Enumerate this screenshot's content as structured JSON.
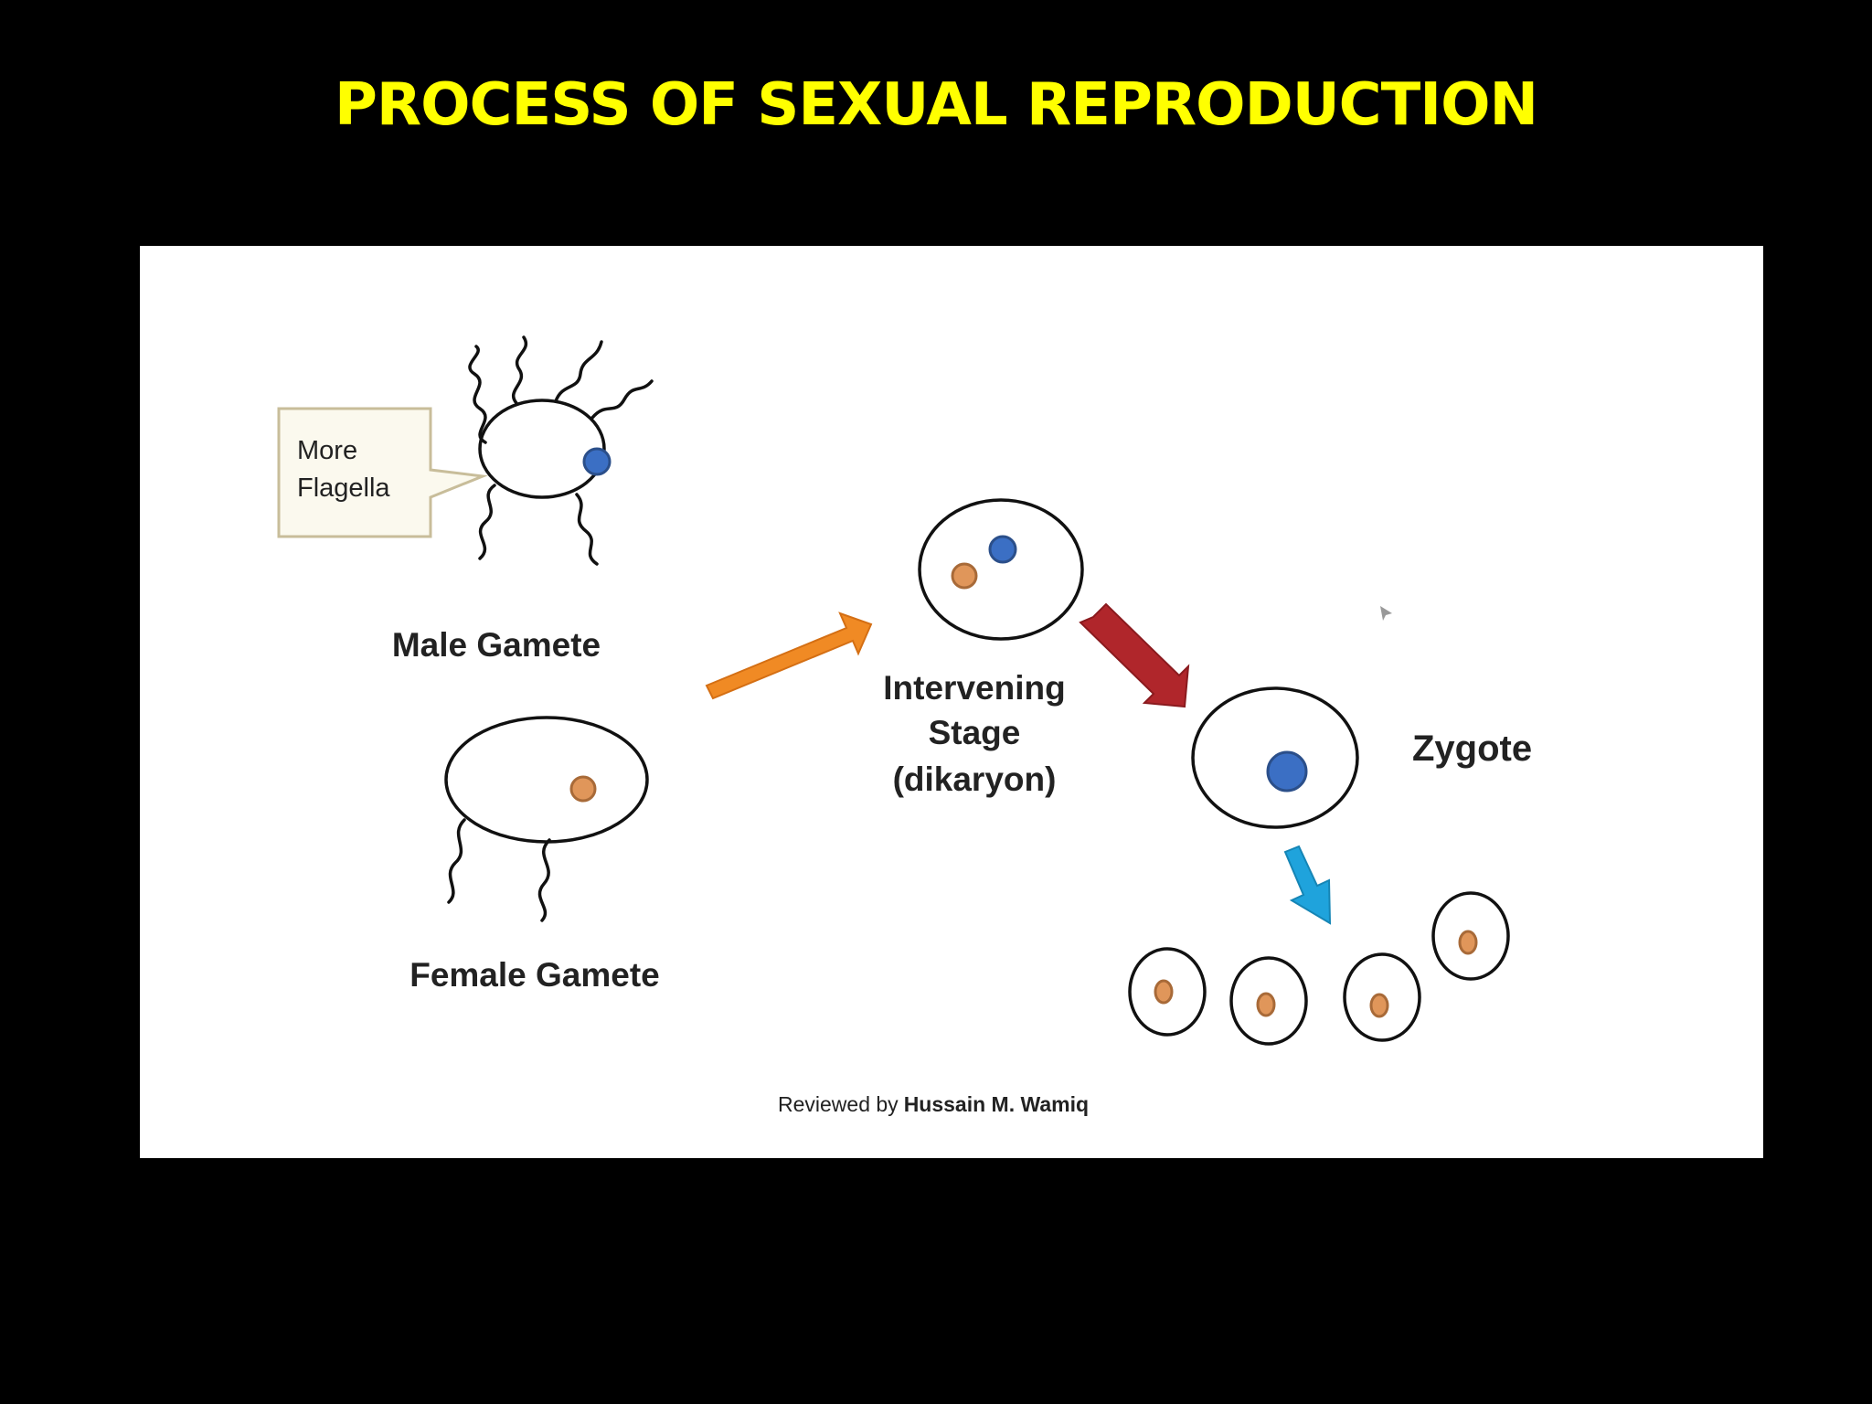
{
  "slide": {
    "title": "PROCESS OF SEXUAL REPRODUCTION",
    "background_color": "#000000",
    "title_color": "#ffff00"
  },
  "diagram": {
    "callout": {
      "line1": "More",
      "line2": "Flagella"
    },
    "labels": {
      "male_gamete": "Male Gamete",
      "female_gamete": "Female Gamete",
      "intervening_line1": "Intervening",
      "intervening_line2": "Stage",
      "intervening_line3": "(dikaryon)",
      "zygote": "Zygote"
    },
    "credit": {
      "prefix": "Reviewed by",
      "name": "Hussain M. Wamiq"
    },
    "colors": {
      "male_nucleus": "#3b6fc4",
      "female_nucleus": "#e0965a",
      "arrow_orange": "#f08a24",
      "arrow_red": "#b0262b",
      "arrow_blue": "#1fa3dc",
      "callout_fill": "#fbf9ee",
      "callout_border": "#c8bd9a"
    }
  }
}
